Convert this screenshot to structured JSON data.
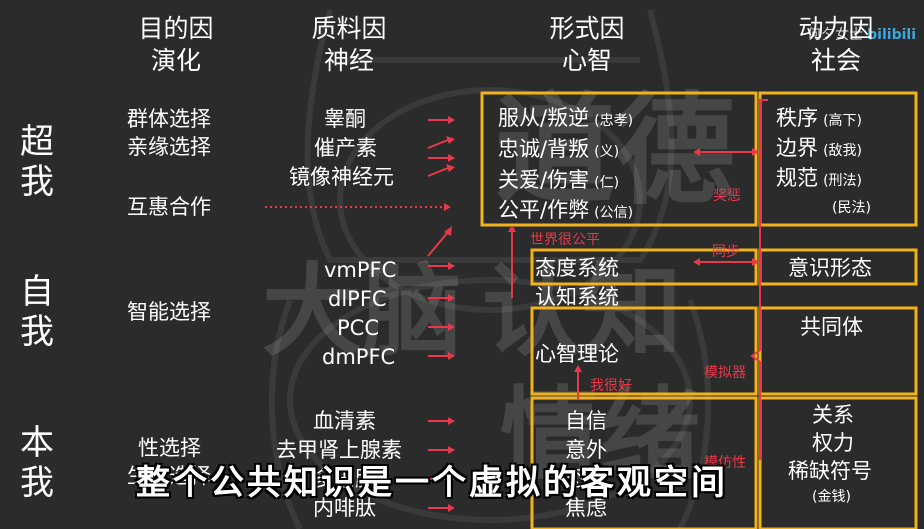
{
  "headers": [
    {
      "line1": "目的因",
      "line2": "演化"
    },
    {
      "line1": "质料因",
      "line2": "神经"
    },
    {
      "line1": "形式因",
      "line2": "心智"
    },
    {
      "line1": "动力因",
      "line2": "社会"
    }
  ],
  "rows": [
    {
      "line1": "超",
      "line2": "我"
    },
    {
      "line1": "自",
      "line2": "我"
    },
    {
      "line1": "本",
      "line2": "我"
    }
  ],
  "col1": [
    "群体选择",
    "亲缘选择",
    "互惠合作",
    "智能选择",
    "性选择",
    "生存选择"
  ],
  "col2": [
    "睾酮",
    "催产素",
    "镜像神经元",
    "vmPFC",
    "dlPFC",
    "PCC",
    "dmPFC",
    "血清素",
    "去甲肾上腺素",
    "多巴胺",
    "内啡肽"
  ],
  "col3": {
    "superego": [
      {
        "main": "服从/叛逆",
        "note": "(忠孝)"
      },
      {
        "main": "忠诚/背叛",
        "note": "(义)"
      },
      {
        "main": "关爱/伤害",
        "note": "(仁)"
      },
      {
        "main": "公平/作弊",
        "note": "(公信)"
      }
    ],
    "attitude": "态度系统",
    "cognition": "认知系统",
    "theory_of_mind": "心智理论",
    "self_confidence": "自信",
    "accident": "意外",
    "fear": "恐惧",
    "anxiety": "焦虑"
  },
  "col4": {
    "superego": [
      {
        "main": "秩序",
        "note": "(高下)"
      },
      {
        "main": "边界",
        "note": "(敌我)"
      },
      {
        "main": "规范",
        "note": "(刑法)"
      },
      {
        "main": "",
        "note": "(民法)"
      }
    ],
    "ideology": "意识形态",
    "community": "共同体",
    "relations": [
      "关系",
      "权力",
      "稀缺符号",
      "(金钱)"
    ]
  },
  "annotations": {
    "reward_punish": "奖惩",
    "just_world": "世界很公平",
    "sync": "同步",
    "simulator": "模拟器",
    "i_am_good": "我很好",
    "imitation": "模仿性"
  },
  "watermarks": [
    "道德",
    "大脑",
    "认知",
    "情绪"
  ],
  "subtitle": "整个公共知识是一个虚拟的客观空间",
  "brand": {
    "author": "何夕女士",
    "logo": "bilibili"
  },
  "colors": {
    "accent_box": "#f2b21b",
    "arrow": "#e8394a",
    "background": "#2a2a2a"
  }
}
